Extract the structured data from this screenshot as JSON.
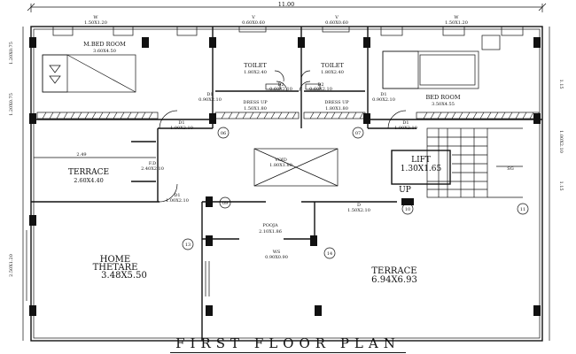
{
  "dims": {
    "overall": "11.00",
    "w_top_left": "1.50X1.20",
    "w_top_right": "1.50X1.20",
    "v_left": "0.60X0.60",
    "v_right": "0.60X0.60",
    "left_1": "1.20X0.75",
    "left_2": "1.20X0.75",
    "left_3": "2.50X1.20",
    "right_1": "1.15",
    "right_2": "1.00X2.10",
    "right_3": "1.15"
  },
  "rooms": {
    "mbed": {
      "name": "M.BED ROOM",
      "size": "3.60X4.50"
    },
    "toilet1": {
      "name": "TOILET",
      "size": "1.80X2.40"
    },
    "toilet2": {
      "name": "TOILET",
      "size": "1.80X2.40"
    },
    "dress1": {
      "name": "DRESS UP",
      "size": "1.50X1.80"
    },
    "dress2": {
      "name": "DRESS UP",
      "size": "1.80X1.80"
    },
    "bed": {
      "name": "BED ROOM",
      "size": "3.50X4.55"
    },
    "terrace_small": {
      "name": "TERRACE",
      "size": "2.60X4.40"
    },
    "void": {
      "name": "VOID",
      "size": "1.80X1.80"
    },
    "lift": {
      "name": "LIFT",
      "size": "1.30X1.65"
    },
    "pooja": {
      "name": "POOJA",
      "size": "2.10X1.86"
    },
    "home_theatre": {
      "name1": "HOME",
      "name2": "THETARE",
      "size": "3.48X5.50"
    },
    "terrace_big": {
      "name": "TERRACE",
      "size": "6.94X6.93"
    }
  },
  "doors": {
    "d1_a": {
      "label": "D1",
      "size": "1.00X2.10"
    },
    "d1_b": {
      "label": "D1",
      "size": "1.00X2.10"
    },
    "d1_c": {
      "label": "D1",
      "size": "1.00X2.10"
    },
    "d_main": {
      "label": "D",
      "size": "1.50X2.10"
    },
    "d2_a": {
      "label": "D2",
      "size": "0.60X2.10"
    },
    "d2_b": {
      "label": "D2",
      "size": "0.60X2.10"
    },
    "fd": {
      "label": "F.D",
      "size": "2.40X2.10"
    },
    "ws": {
      "label": "WS",
      "size": "0.90X0.90"
    },
    "d1_dress": {
      "label": "D1",
      "size": "0.90X2.10"
    },
    "d1_dress2": {
      "label": "D1",
      "size": "0.90X2.10"
    }
  },
  "markers": [
    "06",
    "07",
    "09",
    "10",
    "11",
    "13",
    "14"
  ],
  "misc": {
    "dim_249": "2.49",
    "up": "UP",
    "stair_mark": "SG"
  },
  "title": "FIRST FLOOR PLAN"
}
